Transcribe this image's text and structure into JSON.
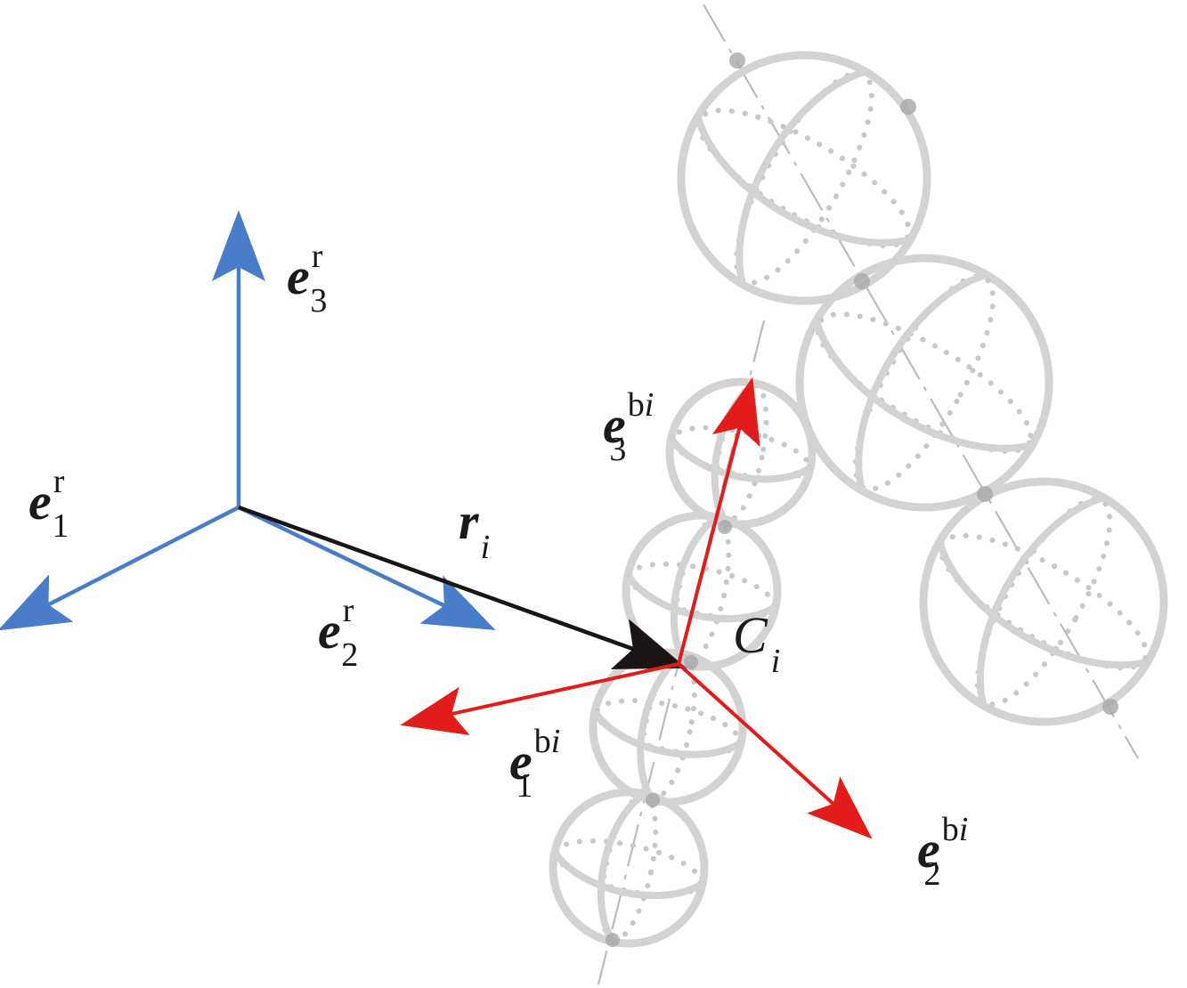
{
  "diagram": {
    "colors": {
      "reference_frame": "#4a7dc9",
      "body_frame": "#e21b1b",
      "position_vector": "#1a1414",
      "spheres": "#d3d3d3",
      "label_text": "#1a1a1a"
    },
    "labels": {
      "e3r": {
        "base": "e",
        "sub": "3",
        "sup": "r"
      },
      "e1r": {
        "base": "e",
        "sub": "1",
        "sup": "r"
      },
      "e2r": {
        "base": "e",
        "sub": "2",
        "sup": "r"
      },
      "ri": {
        "base": "r",
        "sub": "i"
      },
      "ci": {
        "base": "C",
        "sub": "i"
      },
      "e3b": {
        "base": "e",
        "sub": "3",
        "sup_main": "b",
        "sup_italic": "i"
      },
      "e1b": {
        "base": "e",
        "sub": "1",
        "sup_main": "b",
        "sup_italic": "i"
      },
      "e2b": {
        "base": "e",
        "sub": "2",
        "sup_main": "b",
        "sup_italic": "i"
      }
    },
    "sphere_chains": 2,
    "spheres_per_chain": [
      4,
      3
    ]
  }
}
